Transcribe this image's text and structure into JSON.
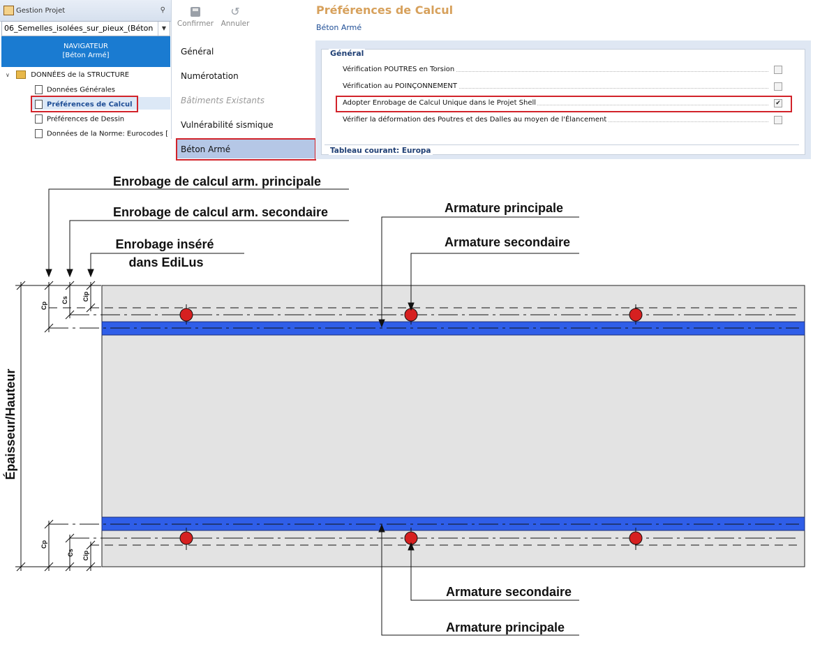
{
  "left_panel": {
    "title": "Gestion Projet",
    "pin_icon": "pin-icon",
    "project_value": "06_Semelles_isolées_sur_pieux_(Béton",
    "navigator_line1": "NAVIGATEUR",
    "navigator_line2": "[Béton Armé]",
    "tree": {
      "root": "DONNÉES de la STRUCTURE",
      "items": [
        "Données Générales",
        "Préférences de Calcul",
        "Préférences de Dessin",
        "Données de la Norme: Eurocodes [N/"
      ]
    }
  },
  "toolbar": {
    "confirm_label": "Confirmer",
    "cancel_label": "Annuler"
  },
  "menu": {
    "items": [
      "Général",
      "Numérotation",
      "Bâtiments Existants",
      "Vulnérabilité sismique",
      "Béton Armé"
    ]
  },
  "pane": {
    "title": "Préférences de Calcul",
    "subtitle": "Béton Armé",
    "group_title": "Général",
    "options": [
      {
        "label": "Vérification POUTRES en Torsion",
        "checked": false
      },
      {
        "label": "Vérification au POINÇONNEMENT",
        "checked": false
      },
      {
        "label": "Adopter Enrobage de Calcul Unique dans le Projet Shell",
        "checked": true
      },
      {
        "label": "Vérifier la déformation des Poutres et des Dalles au moyen de l'Élancement",
        "checked": false
      }
    ],
    "group2_title": "Tableau courant: Europa"
  },
  "drawing": {
    "label_cover_main": "Enrobage de calcul arm. principale",
    "label_cover_secondary": "Enrobage de calcul arm. secondaire",
    "label_cover_inserted_1": "Enrobage inséré",
    "label_cover_inserted_2": "dans EdiLus",
    "label_main_top": "Armature principale",
    "label_secondary_top": "Armature secondaire",
    "label_secondary_bottom": "Armature secondaire",
    "label_main_bottom": "Armature principale",
    "label_thickness": "Épaisseur/Hauteur",
    "dim_cp": "Cp",
    "dim_cs": "Cs",
    "dim_cip": "Cip",
    "colors": {
      "slab": "#e3e3e3",
      "main_bar": "#2f5ee8",
      "secondary_bar": "#d62020",
      "highlight": "#d2232a"
    }
  }
}
